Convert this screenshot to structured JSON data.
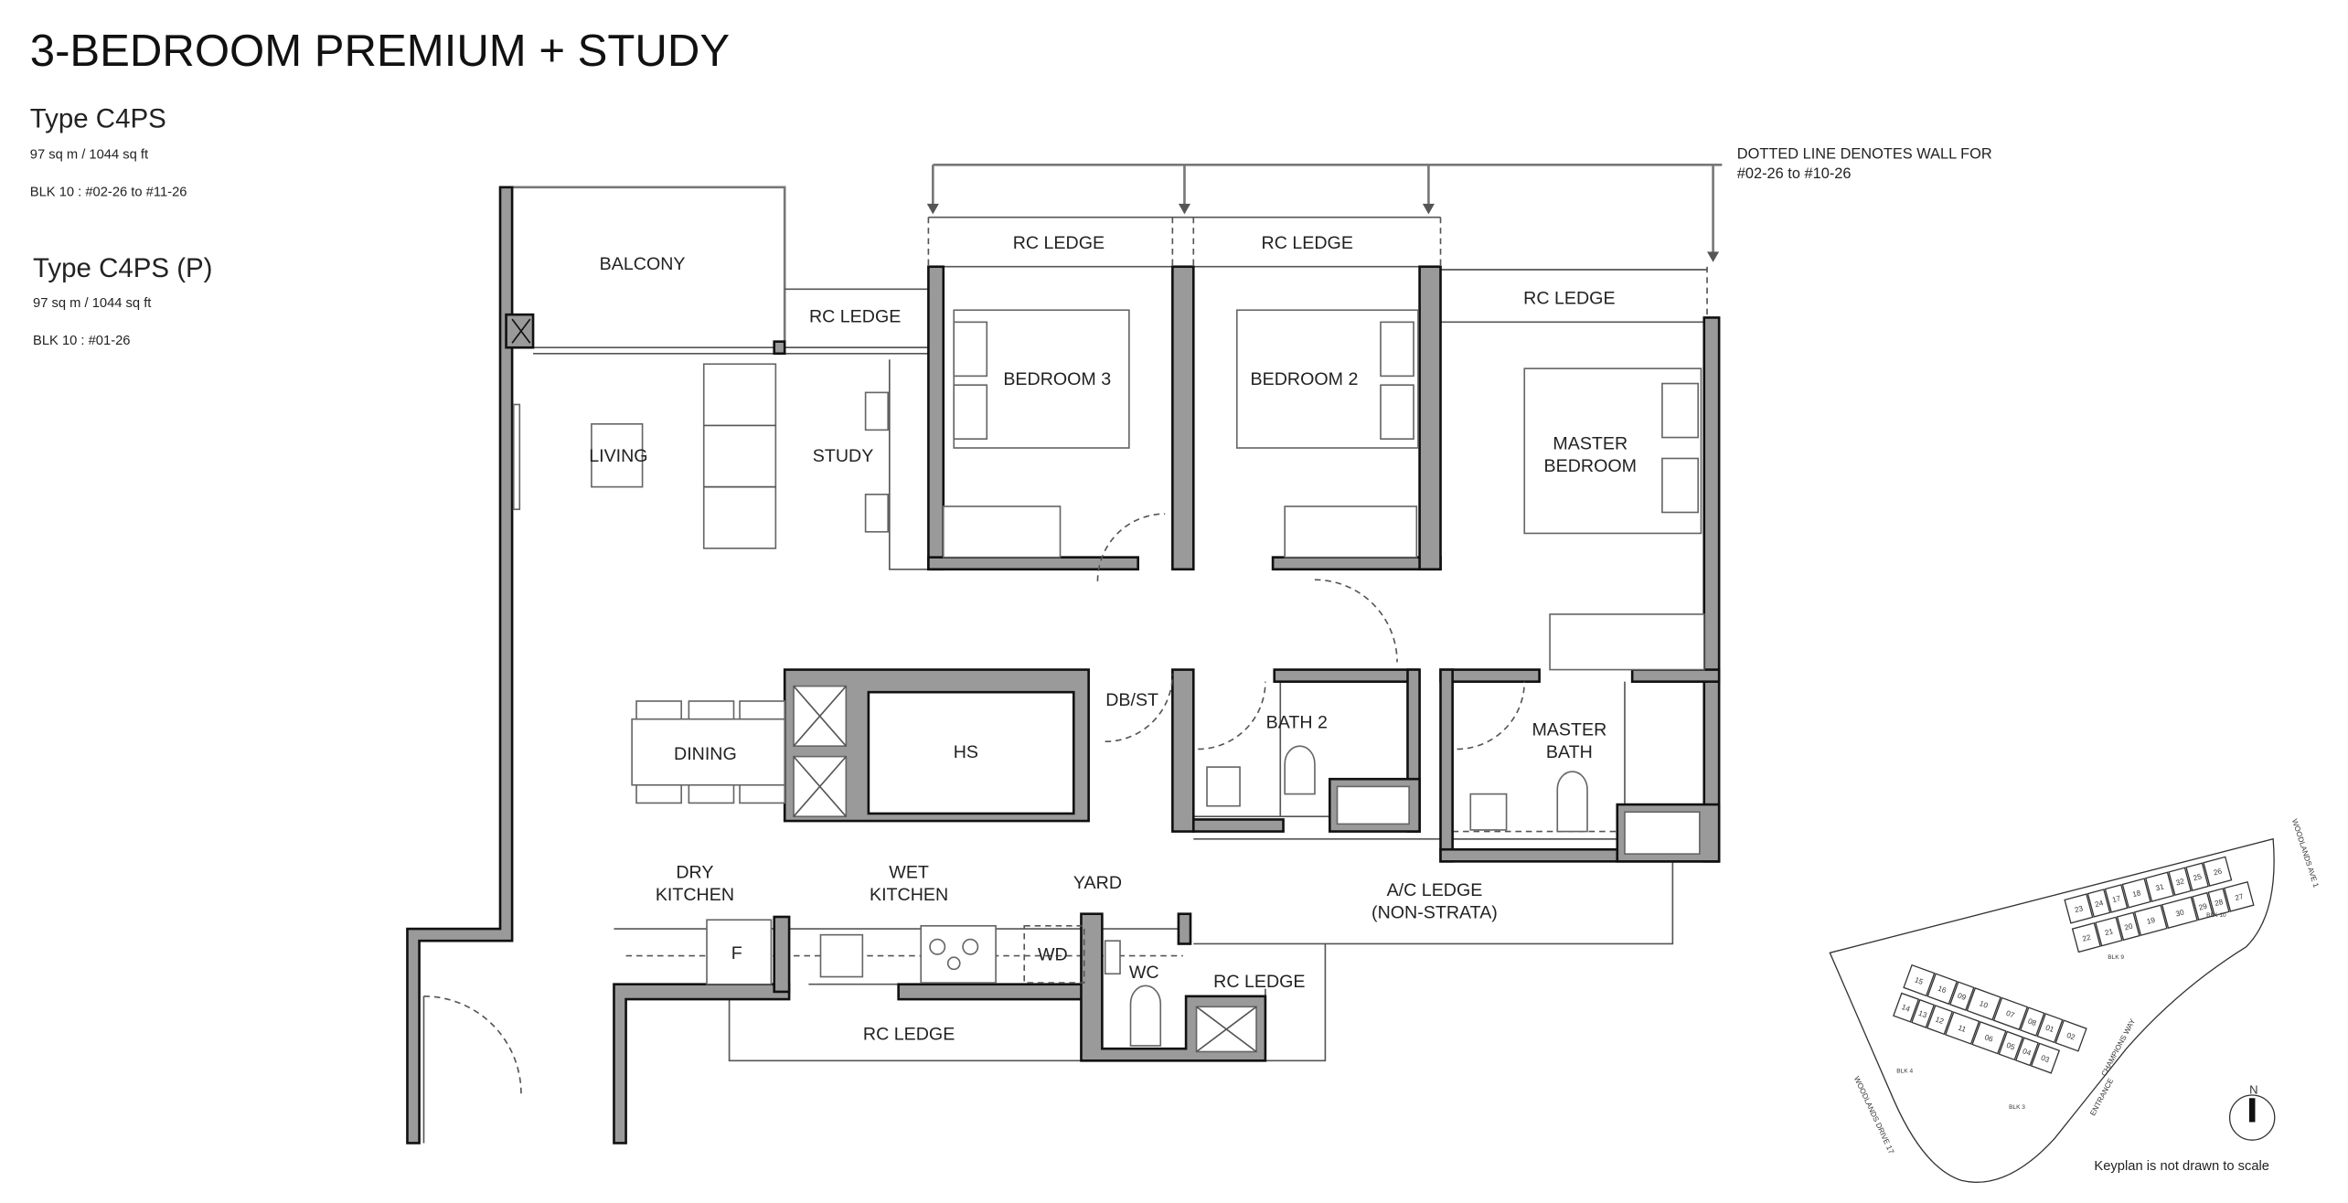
{
  "header": {
    "title": "3-BEDROOM PREMIUM + STUDY",
    "types": [
      {
        "name": "Type C4PS",
        "area": "97 sq m /  1044 sq ft",
        "units": "BLK 10 :   #02-26 to #11-26"
      },
      {
        "name": "Type C4PS (P)",
        "area": "97 sq m /  1044 sq ft",
        "units": "BLK 10 :   #01-26"
      }
    ]
  },
  "note": {
    "line1": "DOTTED LINE DENOTES WALL FOR",
    "line2": "#02-26 to #10-26"
  },
  "rooms": {
    "balcony": "BALCONY",
    "rc_ledge_balcony": "RC LEDGE",
    "living": "LIVING",
    "study": "STUDY",
    "rc_ledge_bed3": "RC LEDGE",
    "rc_ledge_bed2": "RC LEDGE",
    "rc_ledge_master": "RC LEDGE",
    "bedroom3": "BEDROOM 3",
    "bedroom2": "BEDROOM 2",
    "master_bedroom": {
      "line1": "MASTER",
      "line2": "BEDROOM"
    },
    "dining": "DINING",
    "hs": "HS",
    "dbst": "DB/ST",
    "bath2": "BATH 2",
    "master_bath": {
      "line1": "MASTER",
      "line2": "BATH"
    },
    "dry_kitchen": {
      "line1": "DRY",
      "line2": "KITCHEN"
    },
    "wet_kitchen": {
      "line1": "WET",
      "line2": "KITCHEN"
    },
    "yard": "YARD",
    "ac_ledge": {
      "line1": "A/C LEDGE",
      "line2": "(NON-STRATA)"
    },
    "wc": "WC",
    "rc_ledge_wc": "RC LEDGE",
    "rc_ledge_kitchen": "RC LEDGE",
    "fridge": "F",
    "washer_dryer": "WD"
  },
  "keyplan": {
    "roads": {
      "woodlands_ave_1": "WOODLANDS AVE 1",
      "woodlands_drive_17": "WOODLANDS DRIVE 17",
      "champions_way": "CHAMPIONS WAY",
      "entrance": "ENTRANCE"
    },
    "blocks": {
      "blk10": "BLK 10",
      "blk9": "BLK 9",
      "blk4": "BLK 4",
      "blk3": "BLK 3"
    },
    "units_upper": [
      "23",
      "24",
      "17",
      "18",
      "31",
      "32",
      "25",
      "26",
      "22",
      "21",
      "20",
      "19",
      "30",
      "29",
      "28",
      "27"
    ],
    "units_lower": [
      "15",
      "16",
      "09",
      "10",
      "07",
      "08",
      "01",
      "02",
      "14",
      "13",
      "12",
      "11",
      "06",
      "05",
      "04",
      "03"
    ],
    "highlighted_unit": "26",
    "highlight_color": "#c9a57a",
    "north": "N",
    "caption": "Keyplan is not drawn to scale"
  }
}
